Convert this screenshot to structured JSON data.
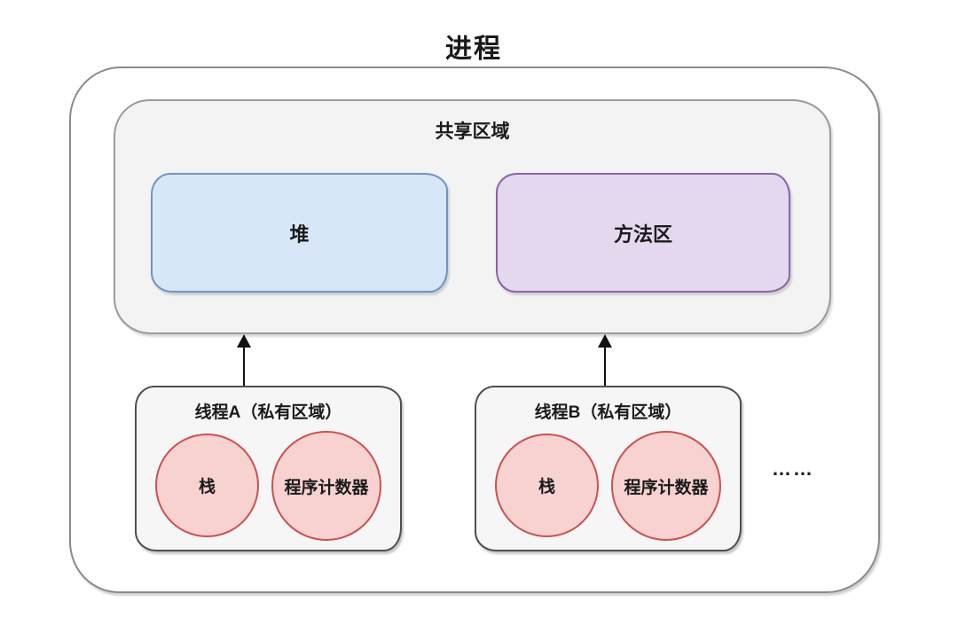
{
  "diagram": {
    "title": "进程",
    "shared_area": {
      "label": "共享区域",
      "heap": {
        "label": "堆",
        "fill": "#d8e7f8",
        "border": "#7193c6"
      },
      "method_area": {
        "label": "方法区",
        "fill": "#e3d8ed",
        "border": "#8a63a8"
      }
    },
    "threads": [
      {
        "label": "线程A（私有区域）",
        "stack_label": "栈",
        "pc_label": "程序计数器"
      },
      {
        "label": "线程B（私有区域）",
        "stack_label": "栈",
        "pc_label": "程序计数器"
      }
    ],
    "more_threads_ellipsis": "……",
    "colors": {
      "circle_fill": "#f8d2d1",
      "circle_border": "#cb514f",
      "shared_fill": "#f3f3f4",
      "thread_fill": "#f6f6f6",
      "outline_gray": "#8b8b8b",
      "arrow": "#111111"
    }
  }
}
